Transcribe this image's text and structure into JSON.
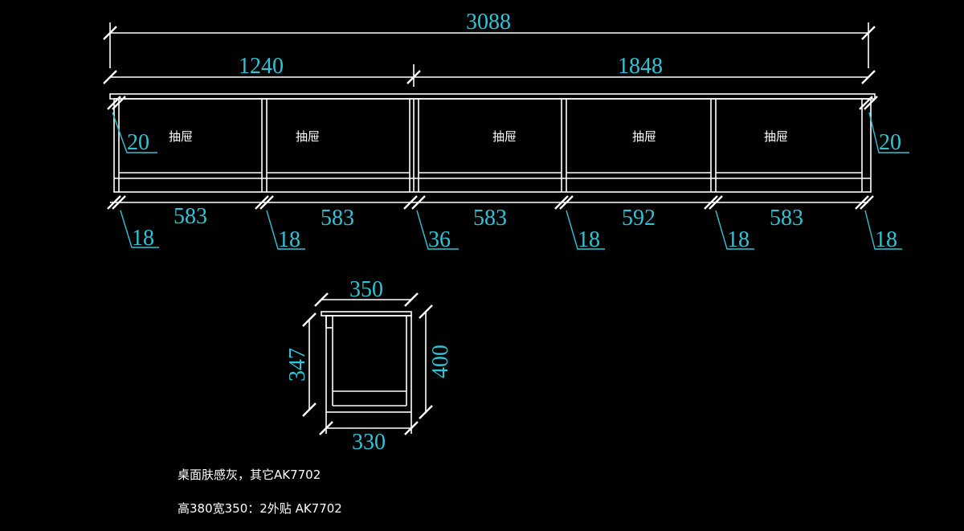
{
  "top_dims": {
    "overall": "3088",
    "left_part": "1240",
    "right_part": "1848"
  },
  "side_dims": {
    "left": "20",
    "right": "20"
  },
  "bottom_dims": {
    "widths": [
      "583",
      "583",
      "583",
      "592",
      "583"
    ],
    "panels": [
      "18",
      "18",
      "36",
      "18",
      "18",
      "18"
    ]
  },
  "drawers": [
    "抽屉",
    "抽屉",
    "抽屉",
    "抽屉",
    "抽屉"
  ],
  "section": {
    "top_width": "350",
    "bottom_width": "330",
    "left_height": "347",
    "right_height": "400"
  },
  "notes": [
    "桌面肤感灰，其它AK7702",
    "高380宽350：2外贴 AK7702"
  ],
  "colors": {
    "background": "#000000",
    "lines": "#FFFFFF",
    "dimensions": "#2EC4D6"
  }
}
